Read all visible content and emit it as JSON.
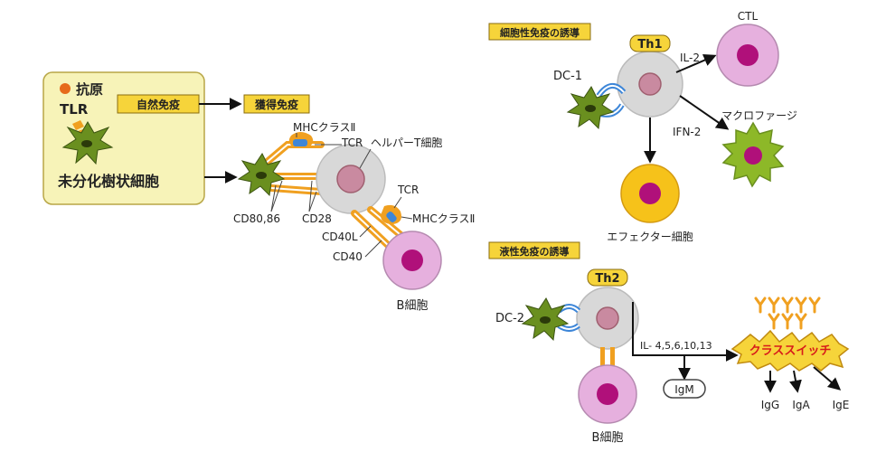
{
  "left_panel": {
    "antigen_label": "抗原",
    "tlr_label": "TLR",
    "innate_label": "自然免疫",
    "adaptive_label": "獲得免疫",
    "immature_dc_label": "未分化樹状細胞"
  },
  "synapse": {
    "mhc_top_label": "MHCクラスⅡ",
    "tcr_top_label": "TCR",
    "helper_t_label": "ヘルパーT細胞",
    "cd80_label": "CD80,86",
    "cd28_label": "CD28",
    "tcr_bottom_label": "TCR",
    "mhc_bottom_label": "MHCクラスⅡ",
    "cd40l_label": "CD40L",
    "cd40_label": "CD40",
    "bcell_label": "B細胞"
  },
  "cellular": {
    "title": "細胞性免疫の誘導",
    "th1_label": "Th1",
    "dc1_label": "DC-1",
    "il2_label": "IL-2",
    "ctl_label": "CTL",
    "ifn_label": "IFN-2",
    "macrophage_label": "マクロファージ",
    "effector_label": "エフェクター細胞"
  },
  "humoral": {
    "title": "液性免疫の誘導",
    "th2_label": "Th2",
    "dc2_label": "DC-2",
    "il_label": "IL- 4,5,6,10,13",
    "igm_label": "IgM",
    "class_switch_label": "クラススイッチ",
    "igg_label": "IgG",
    "iga_label": "IgA",
    "ige_label": "IgE",
    "bcell_label": "B細胞"
  },
  "colors": {
    "dc_green": "#6a8f1f",
    "dc_dark": "#2b3a0a",
    "orange": "#f0a020",
    "magenta": "#b0107a",
    "pink": "#e6b0de",
    "gray_cell": "#d8d8d8",
    "panel_bg": "#f7f3b8",
    "yellow_label": "#f6d43a",
    "blue": "#3d86d8"
  }
}
